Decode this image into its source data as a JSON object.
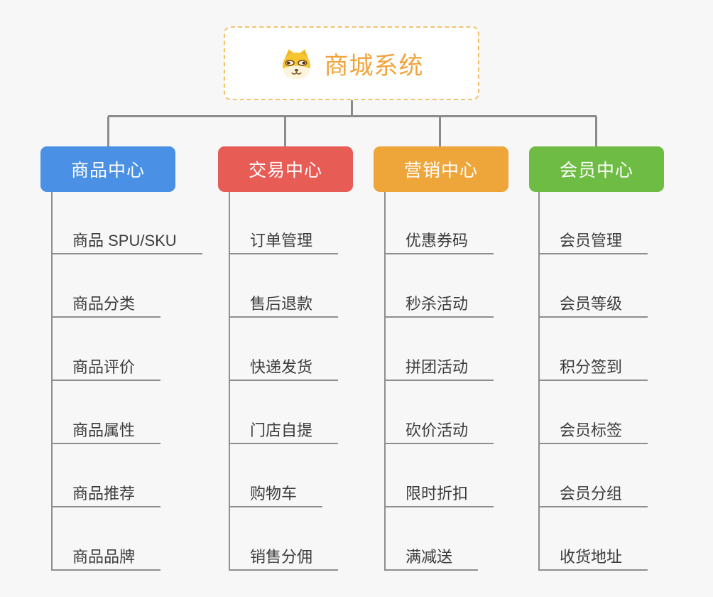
{
  "root": {
    "title": "商城系统",
    "icon": "doge-icon"
  },
  "branches": [
    {
      "label": "商品中心",
      "color": "#4a90e4",
      "items": [
        "商品 SPU/SKU",
        "商品分类",
        "商品评价",
        "商品属性",
        "商品推荐",
        "商品品牌"
      ]
    },
    {
      "label": "交易中心",
      "color": "#e85c56",
      "items": [
        "订单管理",
        "售后退款",
        "快递发货",
        "门店自提",
        "购物车",
        "销售分佣"
      ]
    },
    {
      "label": "营销中心",
      "color": "#eea63a",
      "items": [
        "优惠券码",
        "秒杀活动",
        "拼团活动",
        "砍价活动",
        "限时折扣",
        "满减送"
      ]
    },
    {
      "label": "会员中心",
      "color": "#6ebc44",
      "items": [
        "会员管理",
        "会员等级",
        "积分签到",
        "会员标签",
        "会员分组",
        "收货地址"
      ]
    }
  ],
  "colors": {
    "background": "#f7f7f7",
    "connector": "#8c8c8c",
    "root_border": "#f4c26d",
    "root_text": "#f0a43c",
    "node_text": "#ffffff",
    "item_text": "#3c3c3c"
  }
}
